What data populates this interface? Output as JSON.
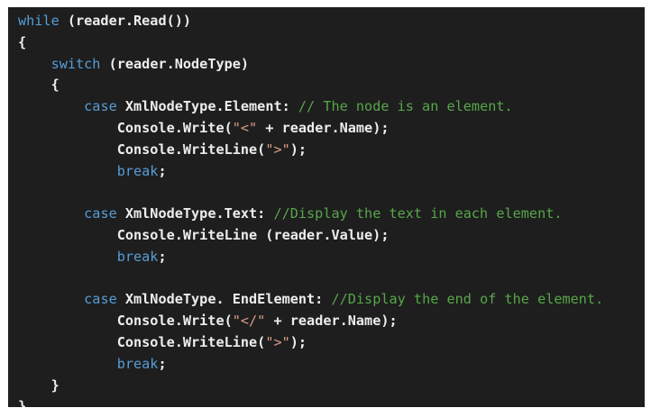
{
  "code": {
    "lines": [
      [
        {
          "t": "kw",
          "v": "while"
        },
        {
          "t": "tx",
          "v": " (reader.Read())"
        }
      ],
      [
        {
          "t": "tx",
          "v": "{"
        }
      ],
      [
        {
          "t": "tx",
          "v": "    "
        },
        {
          "t": "kw",
          "v": "switch"
        },
        {
          "t": "tx",
          "v": " (reader.NodeType)"
        }
      ],
      [
        {
          "t": "tx",
          "v": "    {"
        }
      ],
      [
        {
          "t": "tx",
          "v": "        "
        },
        {
          "t": "kw",
          "v": "case"
        },
        {
          "t": "tx",
          "v": " XmlNodeType.Element: "
        },
        {
          "t": "cm",
          "v": "// The node is an element."
        }
      ],
      [
        {
          "t": "tx",
          "v": "            Console.Write("
        },
        {
          "t": "st",
          "v": "\"<\""
        },
        {
          "t": "tx",
          "v": " + reader.Name);"
        }
      ],
      [
        {
          "t": "tx",
          "v": "            Console.WriteLine("
        },
        {
          "t": "st",
          "v": "\">\""
        },
        {
          "t": "tx",
          "v": ");"
        }
      ],
      [
        {
          "t": "tx",
          "v": "            "
        },
        {
          "t": "kw",
          "v": "break"
        },
        {
          "t": "tx",
          "v": ";"
        }
      ],
      [],
      [
        {
          "t": "tx",
          "v": "        "
        },
        {
          "t": "kw",
          "v": "case"
        },
        {
          "t": "tx",
          "v": " XmlNodeType.Text: "
        },
        {
          "t": "cm",
          "v": "//Display the text in each element."
        }
      ],
      [
        {
          "t": "tx",
          "v": "            Console.WriteLine (reader.Value);"
        }
      ],
      [
        {
          "t": "tx",
          "v": "            "
        },
        {
          "t": "kw",
          "v": "break"
        },
        {
          "t": "tx",
          "v": ";"
        }
      ],
      [],
      [
        {
          "t": "tx",
          "v": "        "
        },
        {
          "t": "kw",
          "v": "case"
        },
        {
          "t": "tx",
          "v": " XmlNodeType. EndElement: "
        },
        {
          "t": "cm",
          "v": "//Display the end of the element."
        }
      ],
      [
        {
          "t": "tx",
          "v": "            Console.Write("
        },
        {
          "t": "st",
          "v": "\"</\""
        },
        {
          "t": "tx",
          "v": " + reader.Name);"
        }
      ],
      [
        {
          "t": "tx",
          "v": "            Console.WriteLine("
        },
        {
          "t": "st",
          "v": "\">\""
        },
        {
          "t": "tx",
          "v": ");"
        }
      ],
      [
        {
          "t": "tx",
          "v": "            "
        },
        {
          "t": "kw",
          "v": "break"
        },
        {
          "t": "tx",
          "v": ";"
        }
      ],
      [
        {
          "t": "tx",
          "v": "    }"
        }
      ],
      [
        {
          "t": "tx",
          "v": "}"
        }
      ]
    ]
  },
  "colors": {
    "background": "#1e1e1e",
    "keyword": "#569cd6",
    "comment": "#57a64a",
    "string": "#d69d85",
    "text": "#ededed"
  }
}
